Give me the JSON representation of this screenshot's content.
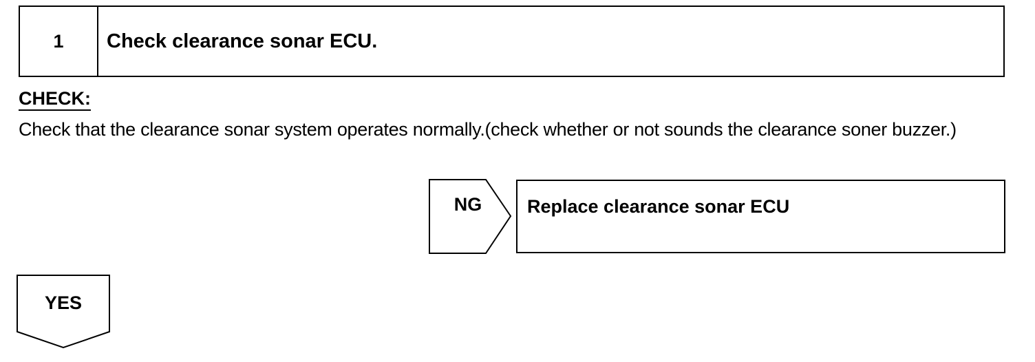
{
  "step": {
    "number": "1",
    "title": "Check clearance sonar ECU."
  },
  "check": {
    "label": "CHECK:",
    "text": "Check that the clearance sonar system operates normally.(check whether or not sounds the clearance soner buzzer.)"
  },
  "ng_branch": {
    "label": "NG",
    "result": "Replace clearance sonar ECU"
  },
  "yes_branch": {
    "label": "YES"
  }
}
